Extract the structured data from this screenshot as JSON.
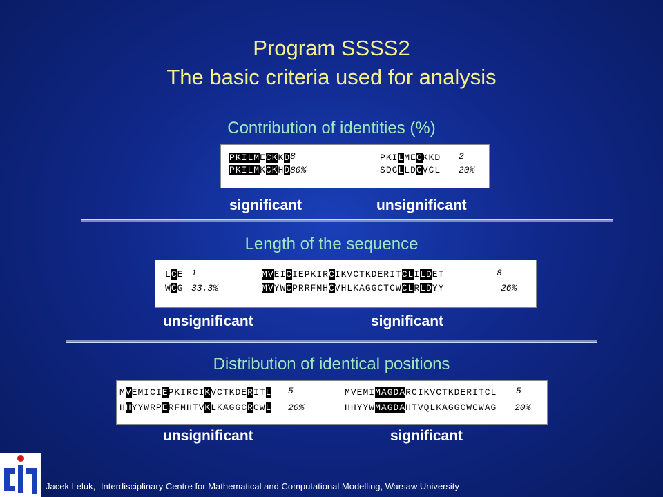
{
  "title_line1": "Program SSSS2",
  "title_line2": "The basic criteria used for analysis",
  "sections": [
    {
      "title": "Contribution of identities (%)",
      "left": {
        "seq1": "PKILMECKKD",
        "seq2": "PKILMKCKHD",
        "count": "8",
        "percent": "80%",
        "label": "significant"
      },
      "right": {
        "seq1": "PKILMECKKD",
        "seq2": "SDCLLDCVCL",
        "count": "2",
        "percent": "20%",
        "label": "unsignificant"
      }
    },
    {
      "title": "Length of the sequence",
      "left": {
        "seq1": "LCE",
        "seq2": "WCG",
        "count": "1",
        "percent": "33.3%",
        "label": "unsignificant"
      },
      "right": {
        "seq1": "MVEICIEPKIRCIKVCTKDERITCLILDET",
        "seq2": "MVYWCPRRFMHCVHLKAGGCTCWCLRLDYY",
        "count": "8",
        "percent": "26%",
        "label": "significant"
      }
    },
    {
      "title": "Distribution of identical positions",
      "left": {
        "seq1": "MVEMICIEPKIRCIKVCTKDERITL",
        "seq2": "HHYYWRPERFMHTVKLKAGGCRCWL",
        "count": "5",
        "percent": "20%",
        "label": "unsignificant"
      },
      "right": {
        "seq1": "MVEMIMAGDARCIKVCTKDERITCL",
        "seq2": "HHYYWMAGDAHTVQLKAGGCWCWAG",
        "count": "5",
        "percent": "20%",
        "label": "significant"
      }
    }
  ],
  "footer": {
    "author": "Jacek Leluk,",
    "affiliation": "Interdisciplinary Centre for Mathematical and Computational Modelling, Warsaw University"
  },
  "colors": {
    "title": "#f6f08a",
    "section_title": "#9ee8c0",
    "highlight": "#000000"
  }
}
